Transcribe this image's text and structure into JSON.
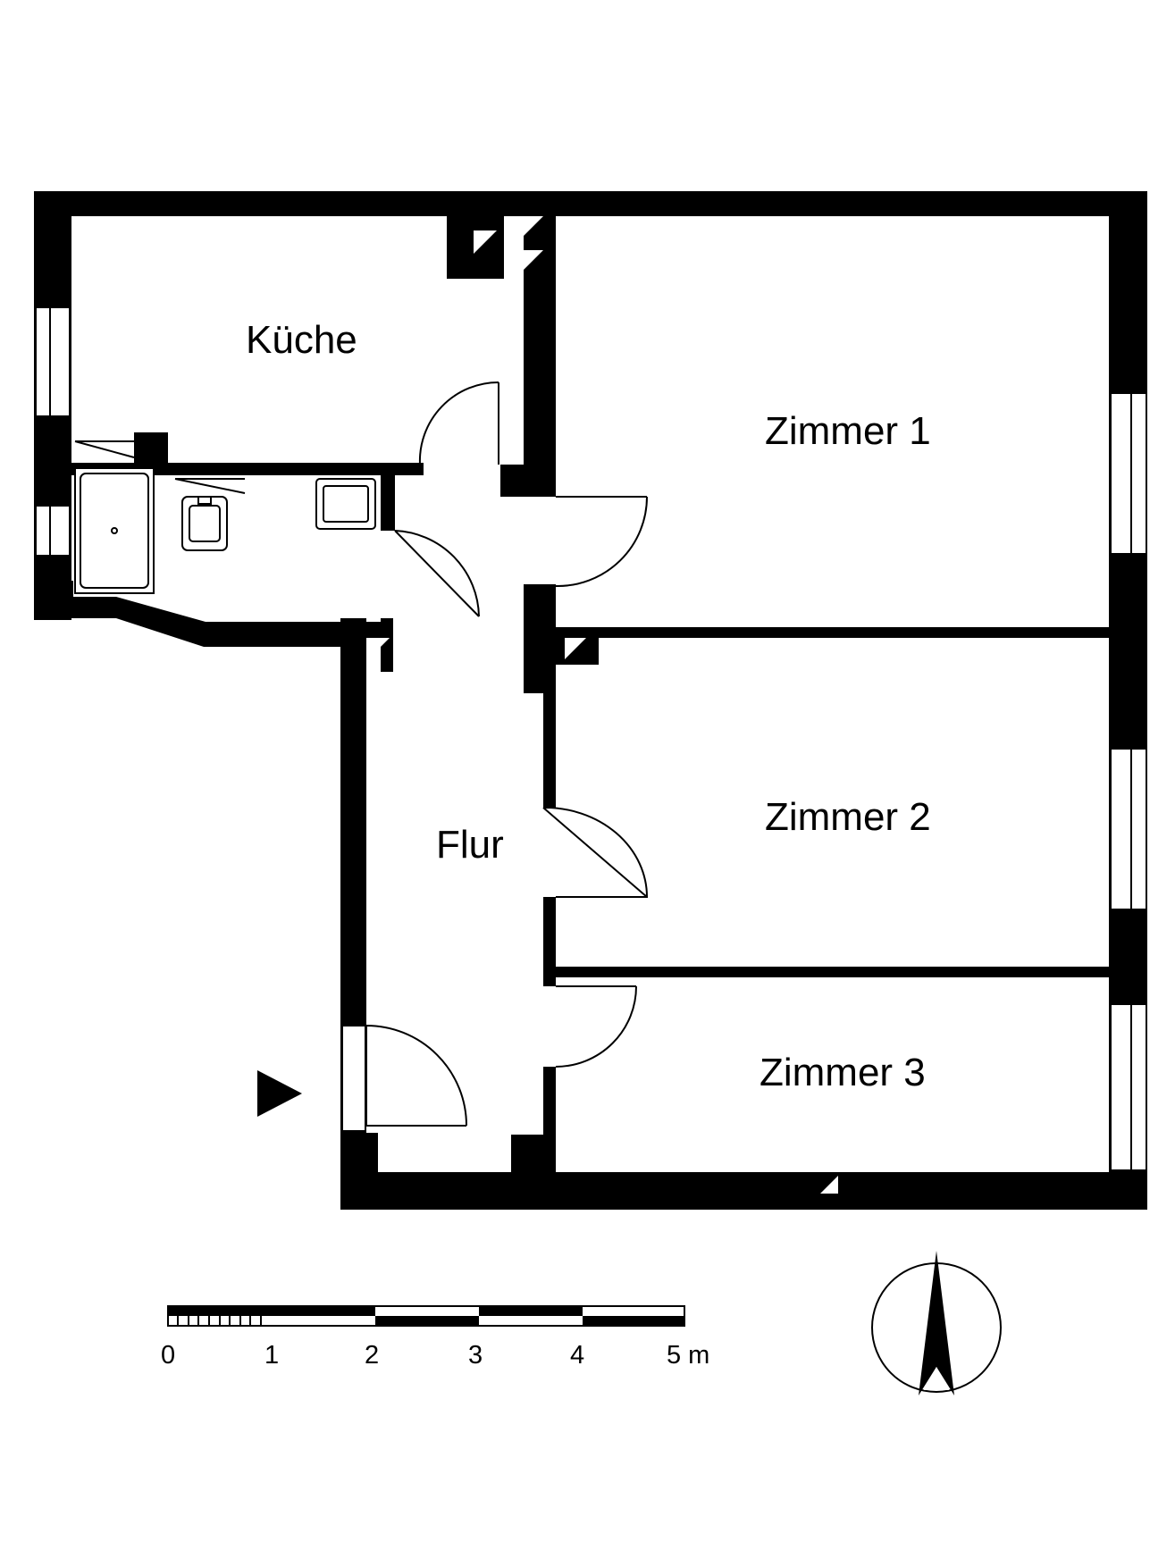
{
  "plan": {
    "rooms": [
      {
        "id": "kueche",
        "label": "Küche"
      },
      {
        "id": "zimmer1",
        "label": "Zimmer 1"
      },
      {
        "id": "zimmer2",
        "label": "Zimmer 2"
      },
      {
        "id": "zimmer3",
        "label": "Zimmer 3"
      },
      {
        "id": "flur",
        "label": "Flur"
      }
    ]
  },
  "scale_bar": {
    "labels": [
      "0",
      "1",
      "2",
      "3",
      "4",
      "5 m"
    ]
  },
  "compass": {
    "direction": "north-arrow-icon"
  },
  "colors": {
    "wall": "#000000",
    "background": "#ffffff"
  }
}
